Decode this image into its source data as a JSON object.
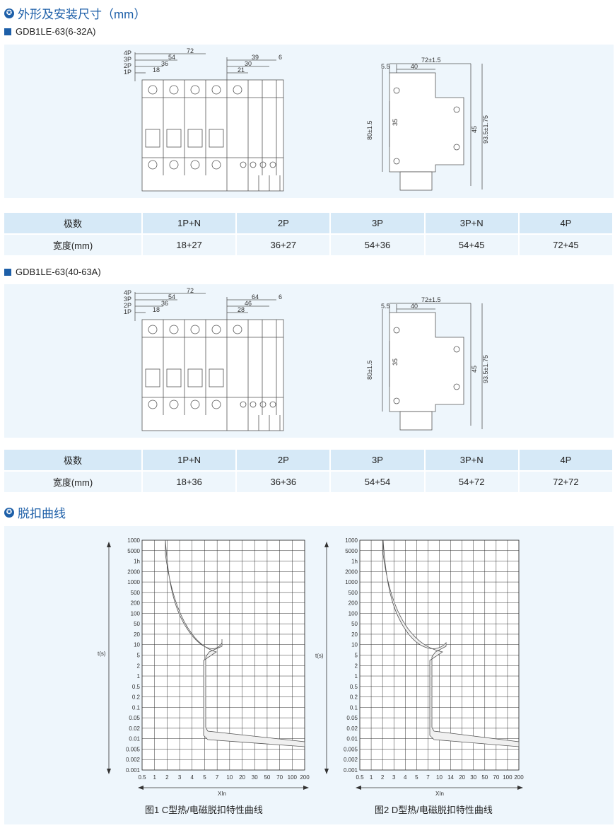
{
  "section1": {
    "title": "外形及安装尺寸（mm）"
  },
  "model1": {
    "name": "GDB1LE-63(6-32A)"
  },
  "model2": {
    "name": "GDB1LE-63(40-63A)"
  },
  "drawing1": {
    "poles": [
      "4P",
      "3P",
      "2P",
      "1P"
    ],
    "front_dims": [
      "72",
      "54",
      "36",
      "18"
    ],
    "right_dims": [
      "39",
      "30",
      "21",
      "6"
    ],
    "side": {
      "top": "72±1.5",
      "d1": "5.5",
      "d2": "40",
      "h": "80±1.5",
      "rail": "35",
      "h2": "45",
      "h3": "93.5±1.75"
    }
  },
  "drawing2": {
    "poles": [
      "4P",
      "3P",
      "2P",
      "1P"
    ],
    "front_dims": [
      "72",
      "54",
      "36",
      "18"
    ],
    "right_dims": [
      "64",
      "46",
      "28",
      "6"
    ],
    "side": {
      "top": "72±1.5",
      "d1": "5.5",
      "d2": "40",
      "h": "80±1.5",
      "rail": "35",
      "h2": "45",
      "h3": "93.5±1.75"
    }
  },
  "table1": {
    "header": [
      "极数",
      "1P+N",
      "2P",
      "3P",
      "3P+N",
      "4P"
    ],
    "row": [
      "宽度(mm)",
      "18+27",
      "36+27",
      "54+36",
      "54+45",
      "72+45"
    ]
  },
  "table2": {
    "header": [
      "极数",
      "1P+N",
      "2P",
      "3P",
      "3P+N",
      "4P"
    ],
    "row": [
      "宽度(mm)",
      "18+36",
      "36+36",
      "54+54",
      "54+72",
      "72+72"
    ]
  },
  "section2": {
    "title": "脱扣曲线"
  },
  "curve_c": {
    "ylabel": "t(s)",
    "xlabel": "XIn",
    "yticks": [
      "1000",
      "5000",
      "1h",
      "2000",
      "1000",
      "500",
      "200",
      "100",
      "50",
      "20",
      "10",
      "5",
      "2",
      "1",
      "0.5",
      "0.2",
      "0.1",
      "0.05",
      "0.02",
      "0.01",
      "0.005",
      "0.002",
      "0.001"
    ],
    "xticks": [
      "0.5",
      "1",
      "2",
      "3",
      "4",
      "5",
      "7",
      "10",
      "20",
      "30",
      "50",
      "70",
      "100",
      "200"
    ],
    "caption": "图1  C型热/电磁脱扣特性曲线"
  },
  "curve_d": {
    "ylabel": "t(s)",
    "xlabel": "XIn",
    "yticks": [
      "1000",
      "5000",
      "1h",
      "2000",
      "1000",
      "500",
      "200",
      "100",
      "50",
      "20",
      "10",
      "5",
      "2",
      "1",
      "0.5",
      "0.2",
      "0.1",
      "0.05",
      "0.02",
      "0.01",
      "0.005",
      "0.002",
      "0.001"
    ],
    "xticks": [
      "0.5",
      "1",
      "2",
      "3",
      "4",
      "5",
      "7",
      "10",
      "14",
      "20",
      "30",
      "50",
      "70",
      "100",
      "200"
    ],
    "caption": "图2  D型热/电磁脱扣特性曲线"
  },
  "colors": {
    "accent": "#1d5fa8",
    "panel": "#eef6fc",
    "header": "#d6e9f7"
  }
}
